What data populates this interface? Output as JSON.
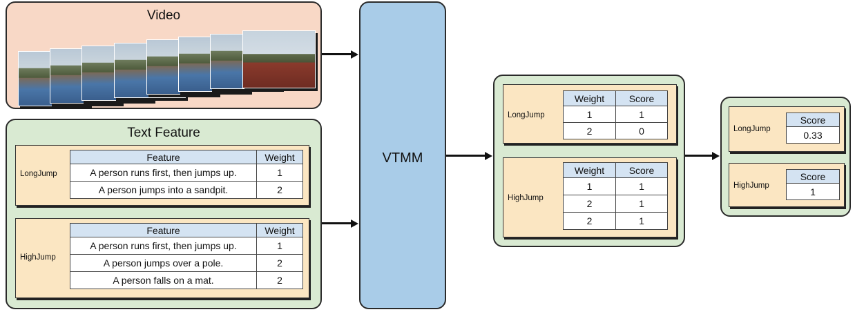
{
  "video": {
    "title": "Video"
  },
  "text_feature": {
    "title": "Text Feature",
    "groups": [
      {
        "label": "LongJump",
        "headers": {
          "feature": "Feature",
          "weight": "Weight"
        },
        "rows": [
          {
            "feature": "A person runs first, then jumps up.",
            "weight": "1"
          },
          {
            "feature": "A person jumps into a sandpit.",
            "weight": "2"
          }
        ]
      },
      {
        "label": "HighJump",
        "headers": {
          "feature": "Feature",
          "weight": "Weight"
        },
        "rows": [
          {
            "feature": "A person runs first, then jumps up.",
            "weight": "1"
          },
          {
            "feature": "A person jumps over a pole.",
            "weight": "2"
          },
          {
            "feature": "A person falls on a mat.",
            "weight": "2"
          }
        ]
      }
    ]
  },
  "model": {
    "label": "VTMM"
  },
  "weight_scores": [
    {
      "label": "LongJump",
      "headers": {
        "weight": "Weight",
        "score": "Score"
      },
      "rows": [
        {
          "weight": "1",
          "score": "1"
        },
        {
          "weight": "2",
          "score": "0"
        }
      ]
    },
    {
      "label": "HighJump",
      "headers": {
        "weight": "Weight",
        "score": "Score"
      },
      "rows": [
        {
          "weight": "1",
          "score": "1"
        },
        {
          "weight": "2",
          "score": "1"
        },
        {
          "weight": "2",
          "score": "1"
        }
      ]
    }
  ],
  "final_scores": [
    {
      "label": "LongJump",
      "header": "Score",
      "value": "0.33"
    },
    {
      "label": "HighJump",
      "header": "Score",
      "value": "1"
    }
  ]
}
